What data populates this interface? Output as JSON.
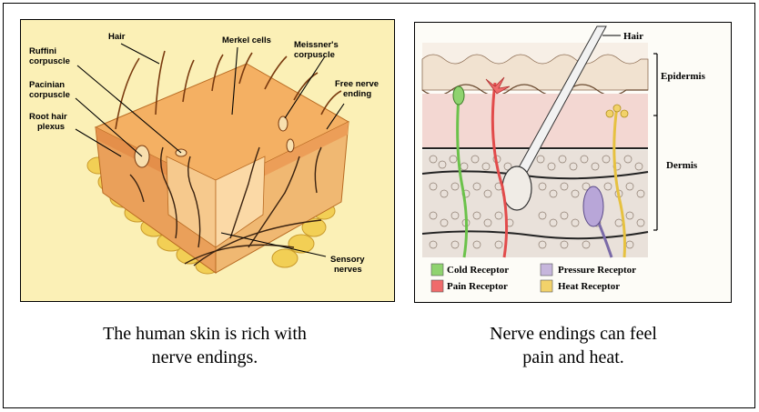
{
  "left_diagram": {
    "labels": {
      "hair": "Hair",
      "merkel": "Merkel cells",
      "ruffini_1": "Ruffini",
      "ruffini_2": "corpuscle",
      "meissner_1": "Meissner's",
      "meissner_2": "corpuscle",
      "pacinian_1": "Pacinian",
      "pacinian_2": "corpuscle",
      "free_1": "Free nerve",
      "free_2": "ending",
      "roothair_1": "Root hair",
      "roothair_2": "plexus",
      "sensory_1": "Sensory",
      "sensory_2": "nerves"
    }
  },
  "right_diagram": {
    "labels": {
      "hair": "Hair",
      "epidermis": "Epidermis",
      "dermis": "Dermis"
    },
    "legend": [
      {
        "label": "Cold Receptor",
        "color": "#8fd36f"
      },
      {
        "label": "Pain Receptor",
        "color": "#ef6b6b"
      },
      {
        "label": "Pressure Receptor",
        "color": "#c6b6dc"
      },
      {
        "label": "Heat Receptor",
        "color": "#f2d26a"
      }
    ]
  },
  "captions": {
    "left": "The human skin is rich with\nnerve endings.",
    "right": "Nerve endings can feel\npain and heat."
  }
}
